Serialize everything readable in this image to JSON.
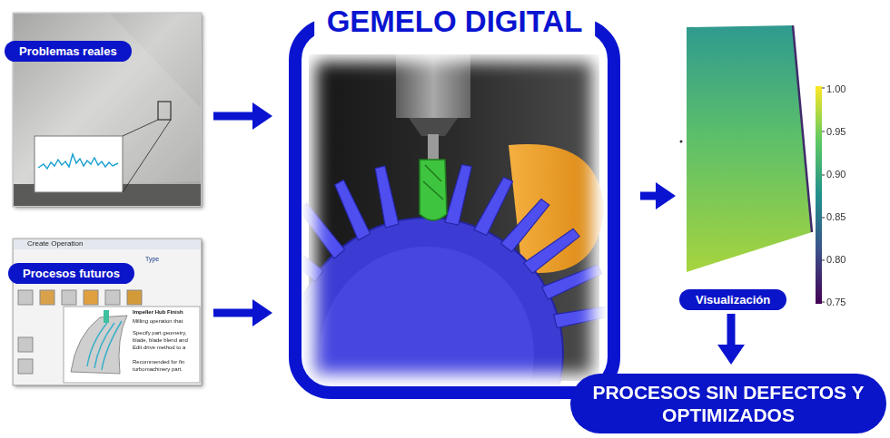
{
  "diagram": {
    "nodes": [
      {
        "text": [
          "Problemas reales"
        ]
      },
      {
        "text": [
          "Procesos futuros"
        ]
      },
      {
        "text": [
          "GEMELO DIGITAL"
        ]
      },
      {
        "text": [
          "Visualización"
        ]
      },
      {
        "text": [
          "PROCESOS SIN DEFECTOS Y OPTIMIZADOS"
        ]
      }
    ],
    "edges": [
      {
        "from": 0,
        "to": 2,
        "arrow": "to"
      },
      {
        "from": 1,
        "to": 2,
        "arrow": "to"
      },
      {
        "from": 2,
        "to": 3,
        "arrow": "to"
      },
      {
        "from": 3,
        "to": 4,
        "arrow": "to"
      }
    ],
    "labels": [
      "1.00",
      "0.95",
      "0.90",
      "0.85",
      "0.80",
      "0.75",
      "Create Operation",
      "Type",
      "Impeller Hub Finish",
      "Milling operation that",
      "Specify part geometry,",
      "blade, blade blend and",
      "Edit drive method to a",
      "Recommended for fin",
      "turbomachinery part."
    ]
  }
}
